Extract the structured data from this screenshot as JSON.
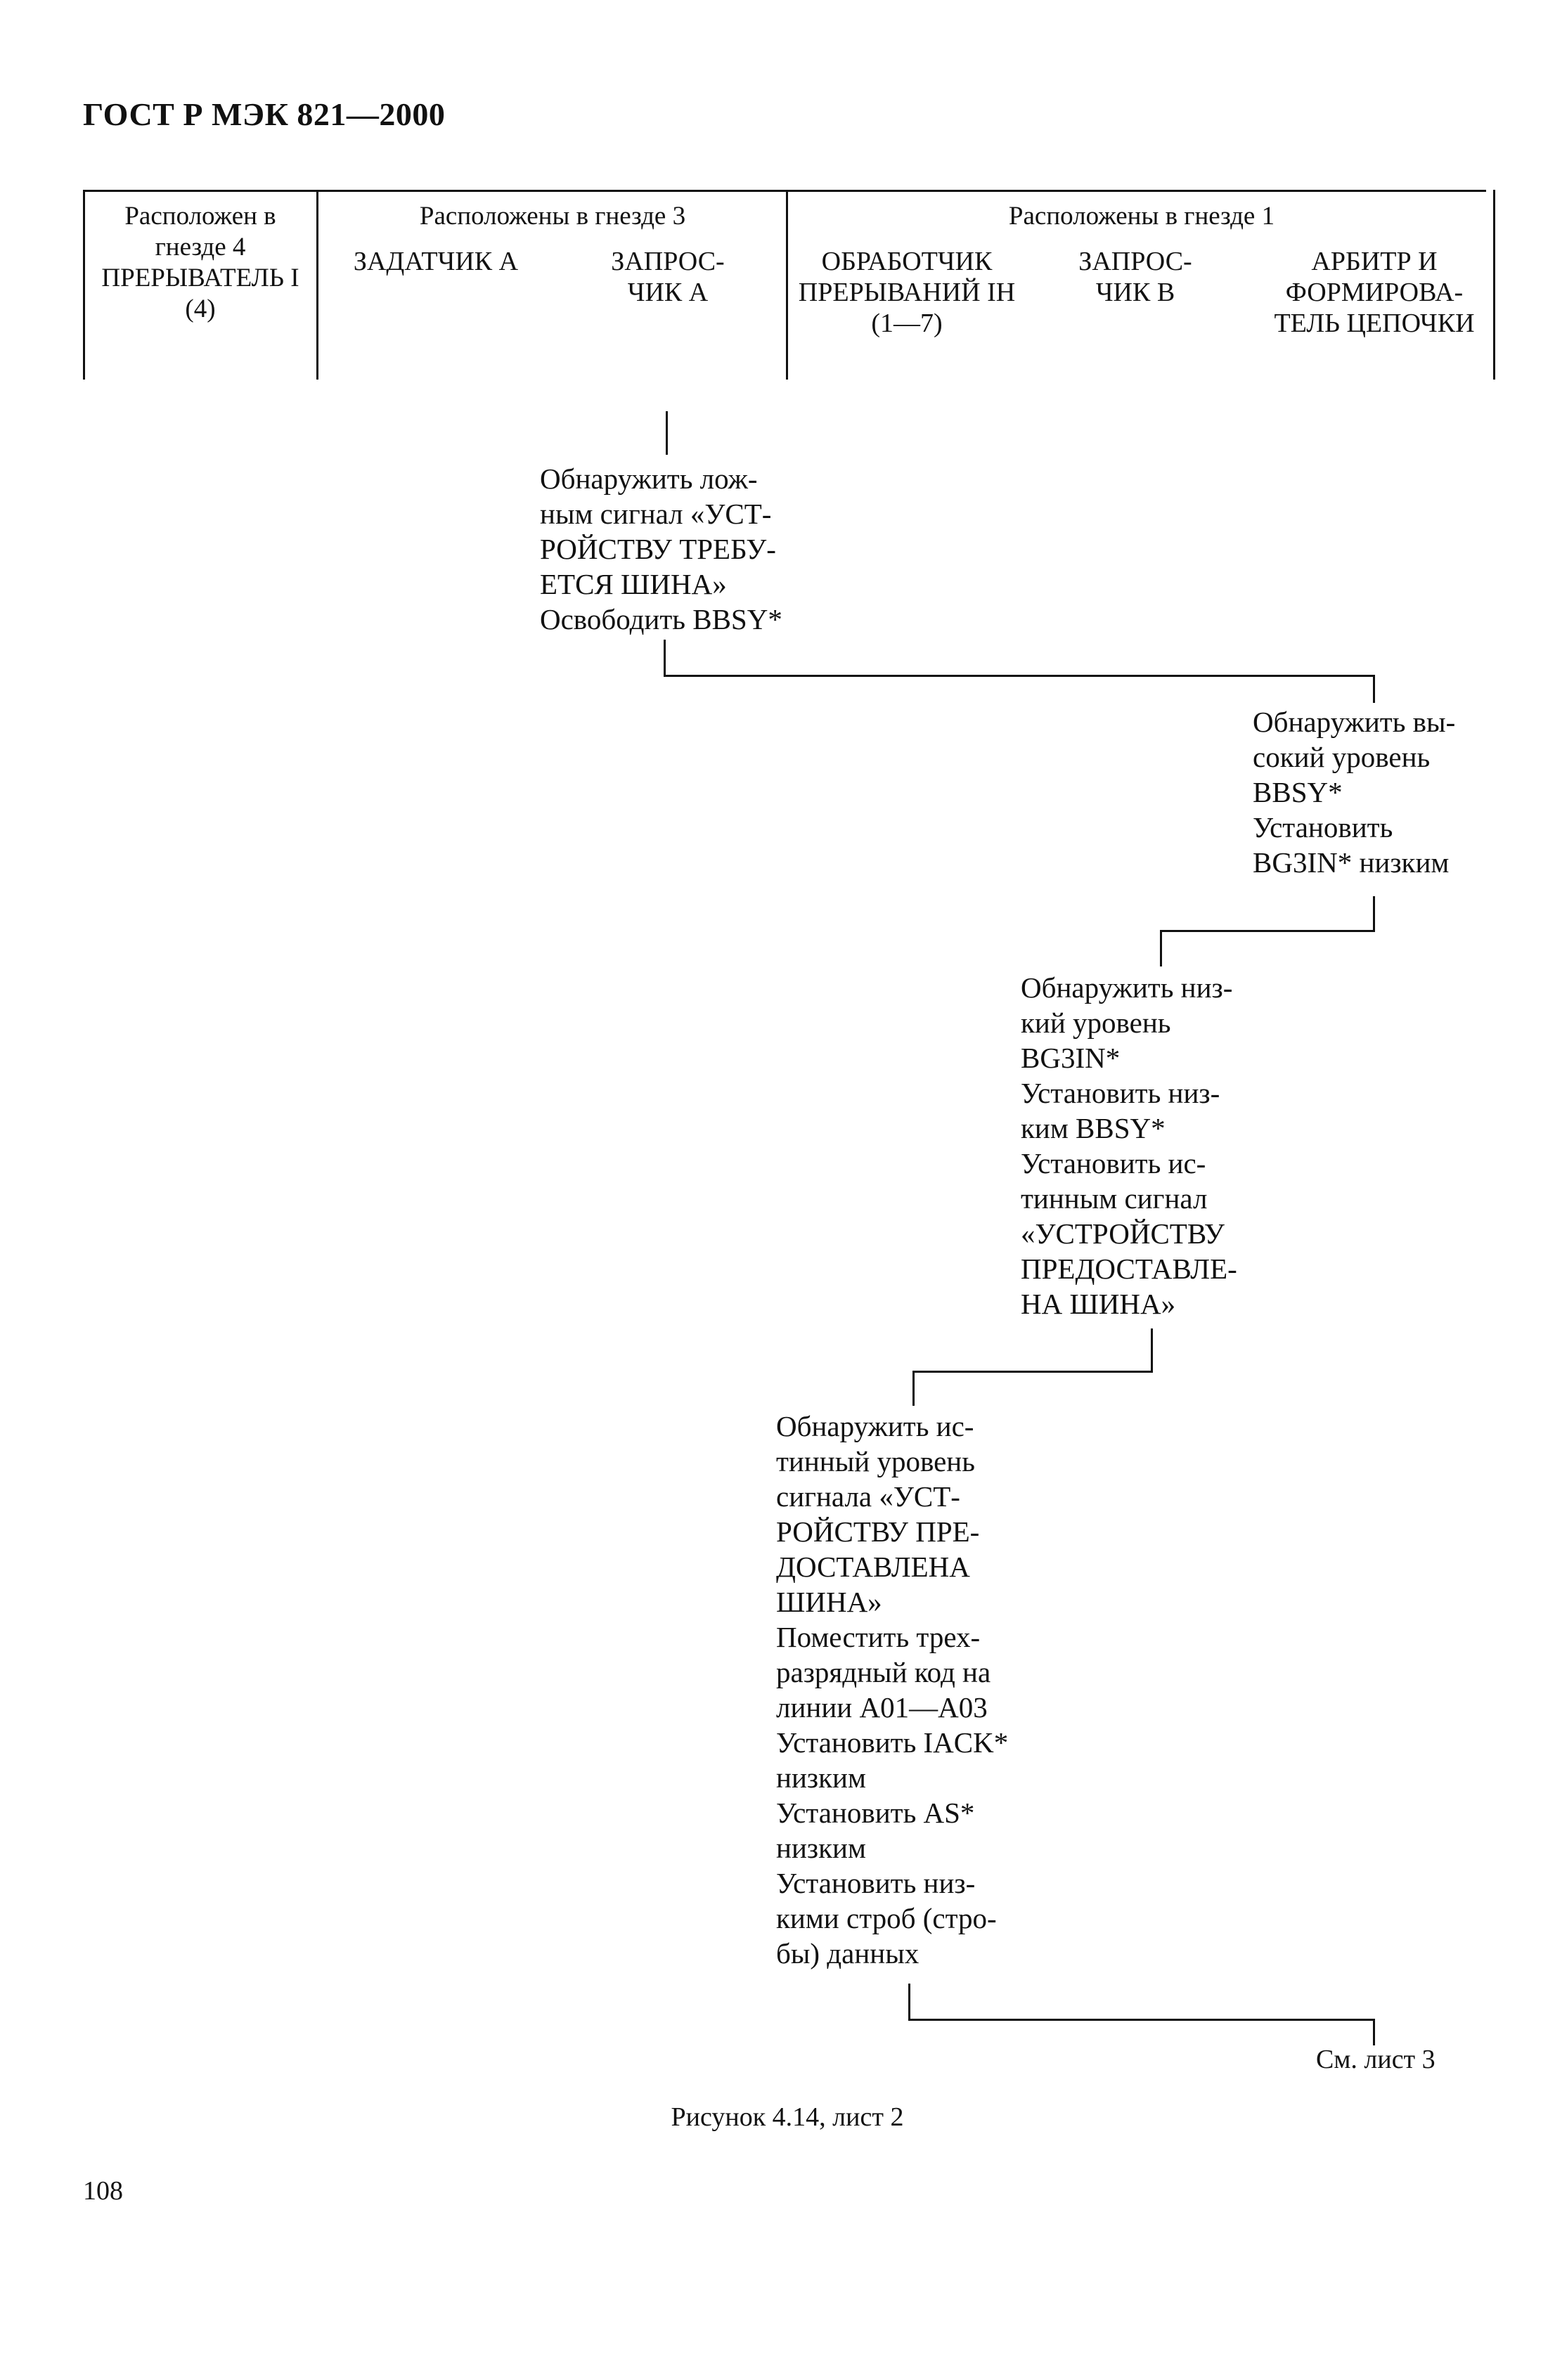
{
  "header": {
    "title": "ГОСТ Р МЭК 821—2000"
  },
  "table": {
    "col1": {
      "label": "Расположен в гнезде 4 ПРЕРЫВАТЕЛЬ I (4)"
    },
    "group3": {
      "label": "Расположены в гнезде 3",
      "cols": [
        {
          "label": "ЗАДАТЧИК А"
        },
        {
          "label": "ЗАПРОС-ЧИК А"
        }
      ]
    },
    "group1": {
      "label": "Расположены в гнезде 1",
      "cols": [
        {
          "label": "ОБРАБОТЧИК ПРЕРЫВАНИЙ IH (1—7)"
        },
        {
          "label": "ЗАПРОС-ЧИК В"
        },
        {
          "label": "АРБИТР И ФОРМИРОВА-ТЕЛЬ ЦЕПОЧКИ"
        }
      ]
    }
  },
  "steps": [
    {
      "text": "Обнаружить лож-\nным сигнал «УСТ-\nРОЙСТВУ ТРЕБУ-\nЕТСЯ ШИНА»\nОсвободить BBSY*"
    },
    {
      "text": "Обнаружить вы-\nсокий уровень\nBBSY*\nУстановить\nBG3IN* низким"
    },
    {
      "text": "Обнаружить низ-\nкий уровень\nBG3IN*\nУстановить низ-\nким BBSY*\nУстановить ис-\nтинным сигнал\n«УСТРОЙСТВУ\nПРЕДОСТАВЛЕ-\nНА ШИНА»"
    },
    {
      "text": "Обнаружить ис-\nтинный уровень\nсигнала «УСТ-\nРОЙСТВУ ПРЕ-\nДОСТАВЛЕНА\nШИНА»\nПоместить трех-\nразрядный код на\nлинии A01—A03\nУстановить IACK*\nнизким\nУстановить AS*\nнизким\nУстановить низ-\nкими строб (стро-\nбы) данных"
    }
  ],
  "continuation": "См. лист 3",
  "caption": "Рисунок 4.14, лист 2",
  "page_number": "108"
}
